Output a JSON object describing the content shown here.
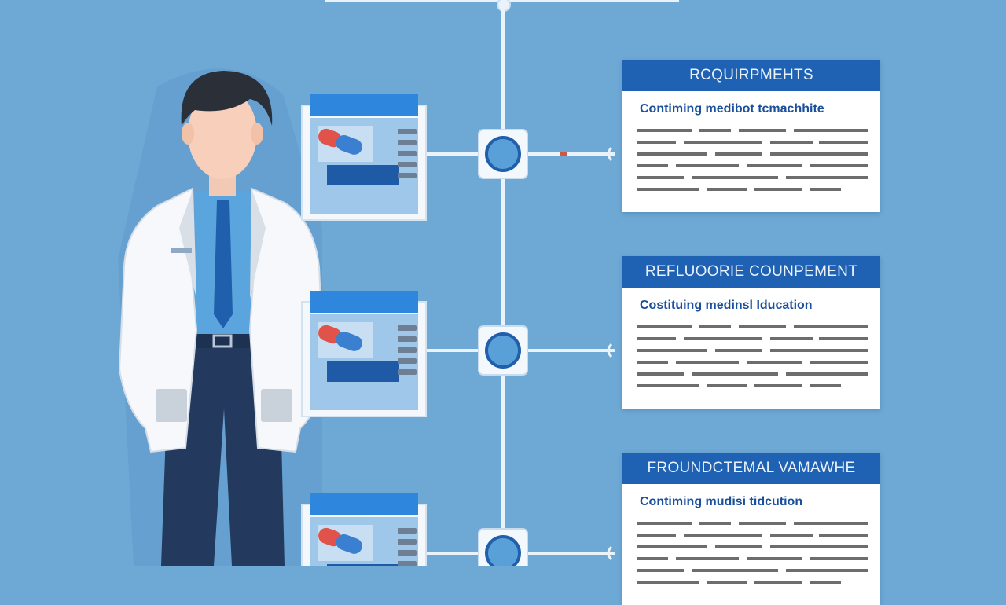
{
  "colors": {
    "background": "#6ea9d6",
    "accent_blue": "#1f62b4",
    "connector": "#eaf3fb",
    "node_ring": "#2a6fc0"
  },
  "cards": [
    {
      "title": "RCQUIRPMEHTS",
      "subtitle": "Contiming medibot tcmachhite"
    },
    {
      "title": "REFLUOORIE COUNPEMENT",
      "subtitle": "Costituing medinsl Iducation"
    },
    {
      "title": "FROUNDCTEMAL VAMAWHE",
      "subtitle": "Contiming mudisi tidcution"
    }
  ],
  "illustration": {
    "figure": "doctor-in-lab-coat",
    "panels": [
      "pill-capsule-panel",
      "pill-capsule-panel",
      "pill-capsule-panel"
    ]
  }
}
